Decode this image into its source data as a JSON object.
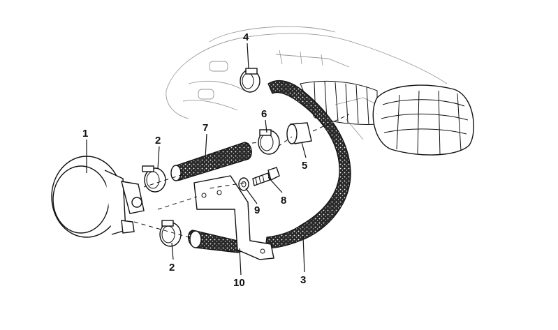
{
  "diagram": {
    "callouts": [
      {
        "id": "c1",
        "text": "1"
      },
      {
        "id": "c2a",
        "text": "2"
      },
      {
        "id": "c2b",
        "text": "2"
      },
      {
        "id": "c3",
        "text": "3"
      },
      {
        "id": "c4",
        "text": "4"
      },
      {
        "id": "c5",
        "text": "5"
      },
      {
        "id": "c6",
        "text": "6"
      },
      {
        "id": "c7",
        "text": "7"
      },
      {
        "id": "c8",
        "text": "8"
      },
      {
        "id": "c9",
        "text": "9"
      },
      {
        "id": "c10",
        "text": "10"
      }
    ]
  }
}
